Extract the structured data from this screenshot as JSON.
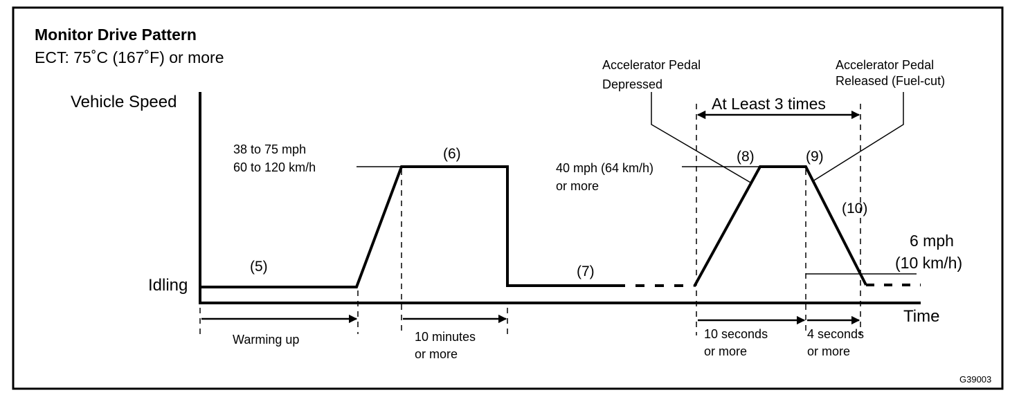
{
  "header": {
    "title": "Monitor Drive Pattern",
    "subtitle": "ECT: 75˚C (167˚F) or more"
  },
  "axes": {
    "y_label": "Vehicle Speed",
    "x_label": "Time",
    "idle_label": "Idling"
  },
  "speed_labels": {
    "high_line1": "38 to 75 mph",
    "high_line2": "60 to 120 km/h",
    "mid_line1": "40 mph (64 km/h)",
    "mid_line2": "or more",
    "low_line1": "6 mph",
    "low_line2": "(10 km/h)"
  },
  "phases": {
    "p5": "(5)",
    "p6": "(6)",
    "p7": "(7)",
    "p8": "(8)",
    "p9": "(9)",
    "p10": "(10)"
  },
  "callouts": {
    "depressed_line1": "Accelerator Pedal",
    "depressed_line2": "Depressed",
    "released_line1": "Accelerator Pedal",
    "released_line2": "Released (Fuel-cut)",
    "repeat": "At Least 3 times"
  },
  "durations": {
    "warmup": "Warming up",
    "ten_min_line1": "10 minutes",
    "ten_min_line2": "or more",
    "ten_sec_line1": "10 seconds",
    "ten_sec_line2": "or more",
    "four_sec_line1": "4 seconds",
    "four_sec_line2": "or more"
  },
  "figure_code": "G39003"
}
